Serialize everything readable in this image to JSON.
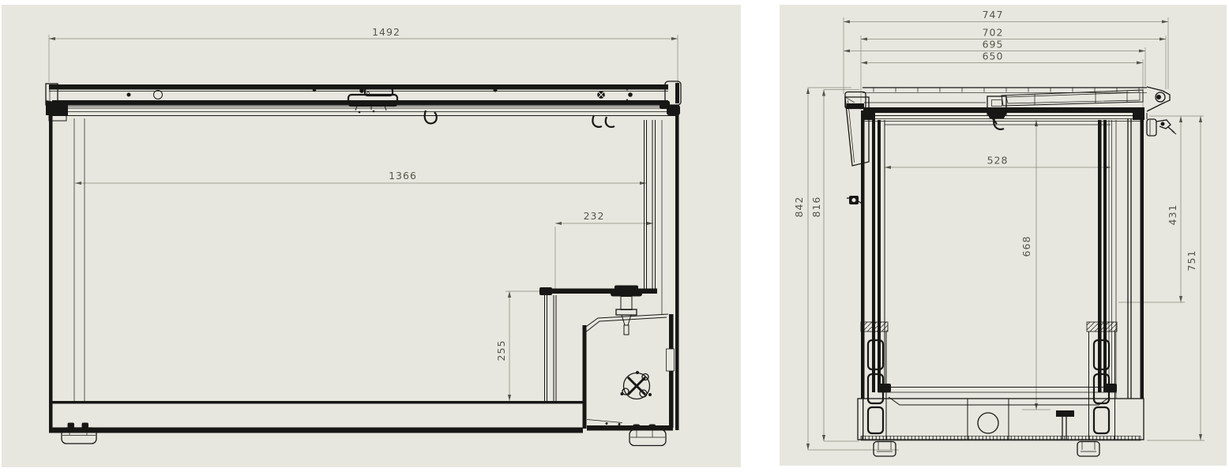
{
  "colors": {
    "canvas": "#ffffff",
    "sheet": "#e8e7df",
    "drawing_line": "#171715",
    "dimension_line": "#8b8a7e",
    "dimension_text": "#56554a"
  },
  "front_view": {
    "dimensions": {
      "overall_width": "1492",
      "interior_width": "1366",
      "pipe_offset": "232",
      "standpipe_height": "255"
    }
  },
  "side_view": {
    "dimensions": {
      "overall_depth": "747",
      "lid_depth": "702",
      "depth_with_panel": "695",
      "body_depth": "650",
      "interior_depth": "528",
      "interior_height": "668",
      "overall_height": "842",
      "body_height": "816",
      "upper_back_height": "431",
      "back_panel_height": "751"
    }
  }
}
